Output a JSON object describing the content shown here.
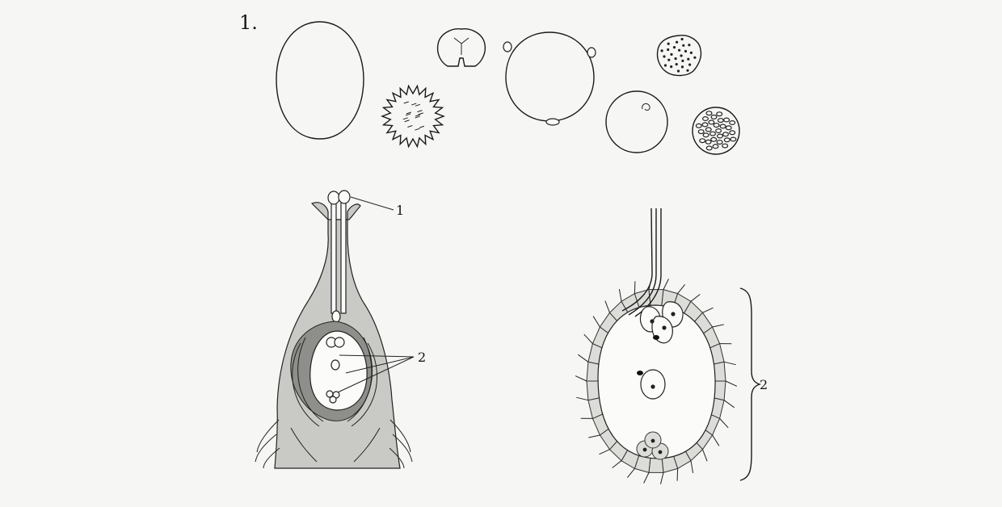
{
  "figure": {
    "number": "1.",
    "labels": {
      "pollen_tube_label": "1",
      "embryo_sac_label": "2",
      "enlarged_embryo_sac_label": "2"
    }
  }
}
